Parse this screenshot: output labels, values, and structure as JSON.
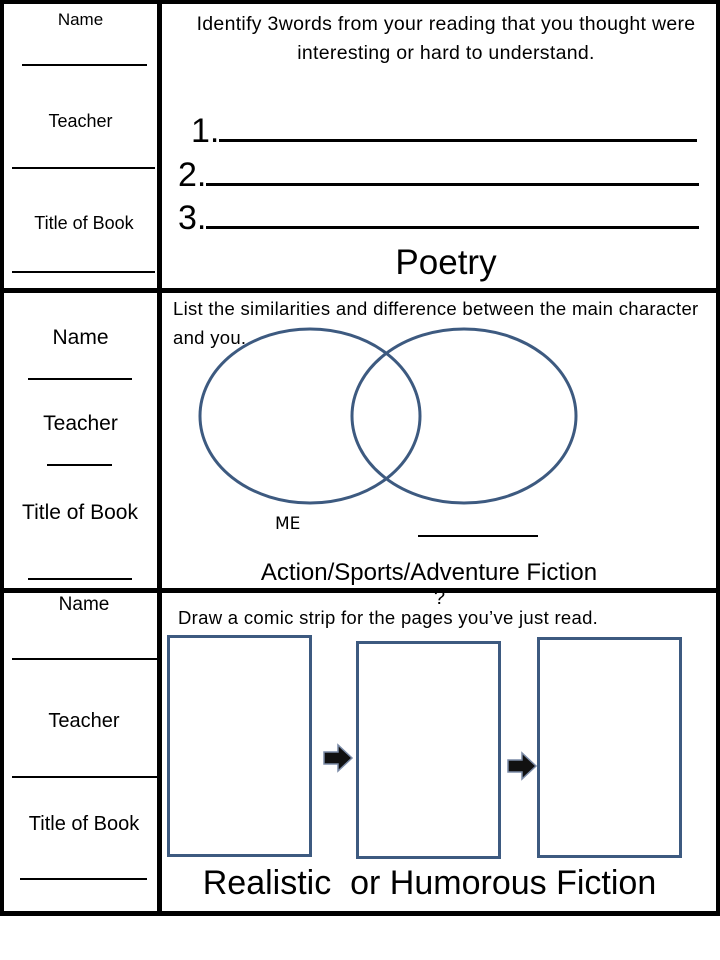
{
  "section1": {
    "name_label": "Name",
    "teacher_label": "Teacher",
    "title_label": "Title of Book",
    "instruction": "Identify 3words from your reading that you thought were interesting or hard to understand.",
    "items": [
      "1.",
      "2.",
      "3."
    ],
    "genre": "Poetry"
  },
  "section2": {
    "name_label": "Name",
    "teacher_label": "Teacher",
    "title_label": "Title of Book",
    "instruction": "List the similarities and difference between the main character and you.",
    "venn_left_label": "ME",
    "venn_right_mark": "?",
    "genre": "Action/Sports/Adventure Fiction"
  },
  "section3": {
    "name_label": "Name",
    "teacher_label": "Teacher",
    "title_label": "Title of Book",
    "instruction": "Draw a comic strip for the pages you’ve just read.",
    "genre": "Realistic  or Humorous Fiction"
  },
  "colors": {
    "border": "#000000",
    "venn_stroke": "#3d5a80",
    "panel_stroke": "#3d5a80",
    "arrow_fill": "#111111"
  },
  "icons": [
    "arrow-right-icon"
  ]
}
